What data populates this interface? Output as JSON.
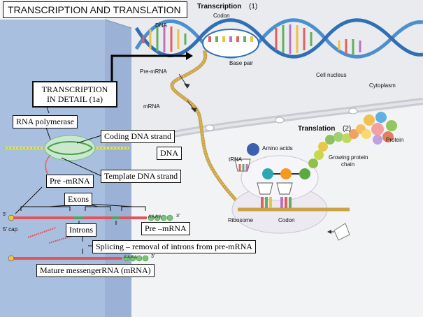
{
  "title": "TRANSCRIPTION AND TRANSLATION",
  "top": {
    "transcription_label": "Transcription",
    "transcription_num": "(1)",
    "codon": "Codon",
    "dna": "DNA",
    "base_pair": "Base pair",
    "pre_mrna": "Pre-mRNA",
    "mrna": "mRNA",
    "cell_nucleus": "Cell nucleus",
    "cytoplasm": "Cytoplasm"
  },
  "translation": {
    "label": "Translation",
    "num": "(2)",
    "protein": "Protein",
    "amino_acids": "Amino acids",
    "trna": "tRNA",
    "growing_chain_1": "Growing protein",
    "growing_chain_2": "chain",
    "ribosome": "Ribosome",
    "codon": "Codon"
  },
  "detail": {
    "box_line1": "TRANSCRIPTION",
    "box_line2": "IN  DETAIL (1a)",
    "rna_polymerase": "RNA polymerase",
    "coding_strand": "Coding  DNA strand",
    "dna": "DNA",
    "template_strand": "Template DNA strand",
    "pre_mrna_1": "Pre -mRNA",
    "exons": "Exons",
    "pre_mrna_2": "Pre –mRNA",
    "introns": "Introns",
    "splicing": "Splicing – removal of introns from pre-mRNA",
    "mature": "Mature messengerRNA (mRNA)",
    "cap": "5’ cap",
    "tail_aaaa": "A A A A",
    "three_prime": "3'",
    "five_prime": "5'"
  },
  "colors": {
    "panel": "#a9bfe0",
    "nucleus": "#eef0f3",
    "dna_blue": "#4a8fd0",
    "mrna_tan": "#c9a24a",
    "exon_red": "#e0555a",
    "intron_green": "#5aa05a",
    "polyA_green": "#7bc47b"
  }
}
